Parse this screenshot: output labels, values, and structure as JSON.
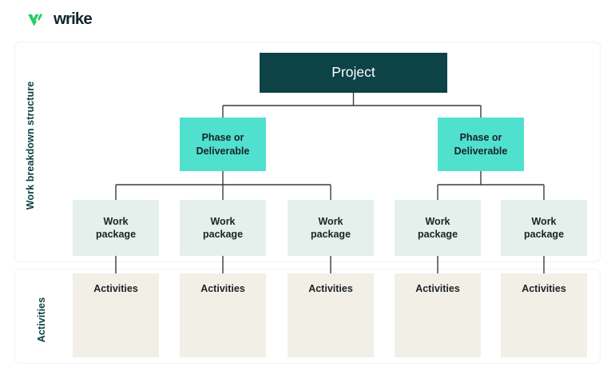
{
  "brand": {
    "logo_icon": "wrike-check-icon",
    "wordmark": "wrike",
    "logo_green": "#20CE61",
    "wordmark_color": "#11262C"
  },
  "colors": {
    "project_fill": "#0D4247",
    "project_text": "#FFFFFF",
    "phase_fill": "#4FE0CE",
    "work_package_fill": "#E5EFEC",
    "activities_fill": "#F2EFE6",
    "node_text": "#1B2226",
    "side_label": "#0D4247",
    "connector": "#3B3B3B",
    "panel_border": "#F1F1F7",
    "page_background": "#FFFFFF"
  },
  "sections": [
    {
      "id": "wbs",
      "label": "Work breakdown structure"
    },
    {
      "id": "activities",
      "label": "Activities"
    }
  ],
  "chart_data": {
    "type": "diagram",
    "diagram_kind": "work-breakdown-structure-tree",
    "title": "Work breakdown structure",
    "levels": [
      {
        "level": 1,
        "name": "Project",
        "count": 1
      },
      {
        "level": 2,
        "name": "Phase or Deliverable",
        "count": 2
      },
      {
        "level": 3,
        "name": "Work package",
        "count": 5
      },
      {
        "level": 4,
        "name": "Activities",
        "count": 5
      }
    ],
    "nodes": {
      "project": {
        "label": "Project"
      },
      "phases": [
        {
          "label": "Phase or\nDeliverable",
          "line1": "Phase or",
          "line2": "Deliverable",
          "children": 3
        },
        {
          "label": "Phase or\nDeliverable",
          "line1": "Phase or",
          "line2": "Deliverable",
          "children": 2
        }
      ],
      "work_packages": [
        {
          "line1": "Work",
          "line2": "package"
        },
        {
          "line1": "Work",
          "line2": "package"
        },
        {
          "line1": "Work",
          "line2": "package"
        },
        {
          "line1": "Work",
          "line2": "package"
        },
        {
          "line1": "Work",
          "line2": "package"
        }
      ],
      "activities": [
        {
          "label": "Activities"
        },
        {
          "label": "Activities"
        },
        {
          "label": "Activities"
        },
        {
          "label": "Activities"
        },
        {
          "label": "Activities"
        }
      ]
    },
    "edges": [
      {
        "from": "project",
        "to": "phase-1"
      },
      {
        "from": "project",
        "to": "phase-2"
      },
      {
        "from": "phase-1",
        "to": "work-package-1"
      },
      {
        "from": "phase-1",
        "to": "work-package-2"
      },
      {
        "from": "phase-1",
        "to": "work-package-3"
      },
      {
        "from": "phase-2",
        "to": "work-package-4"
      },
      {
        "from": "phase-2",
        "to": "work-package-5"
      },
      {
        "from": "work-package-1",
        "to": "activities-1"
      },
      {
        "from": "work-package-2",
        "to": "activities-2"
      },
      {
        "from": "work-package-3",
        "to": "activities-3"
      },
      {
        "from": "work-package-4",
        "to": "activities-4"
      },
      {
        "from": "work-package-5",
        "to": "activities-5"
      }
    ]
  }
}
